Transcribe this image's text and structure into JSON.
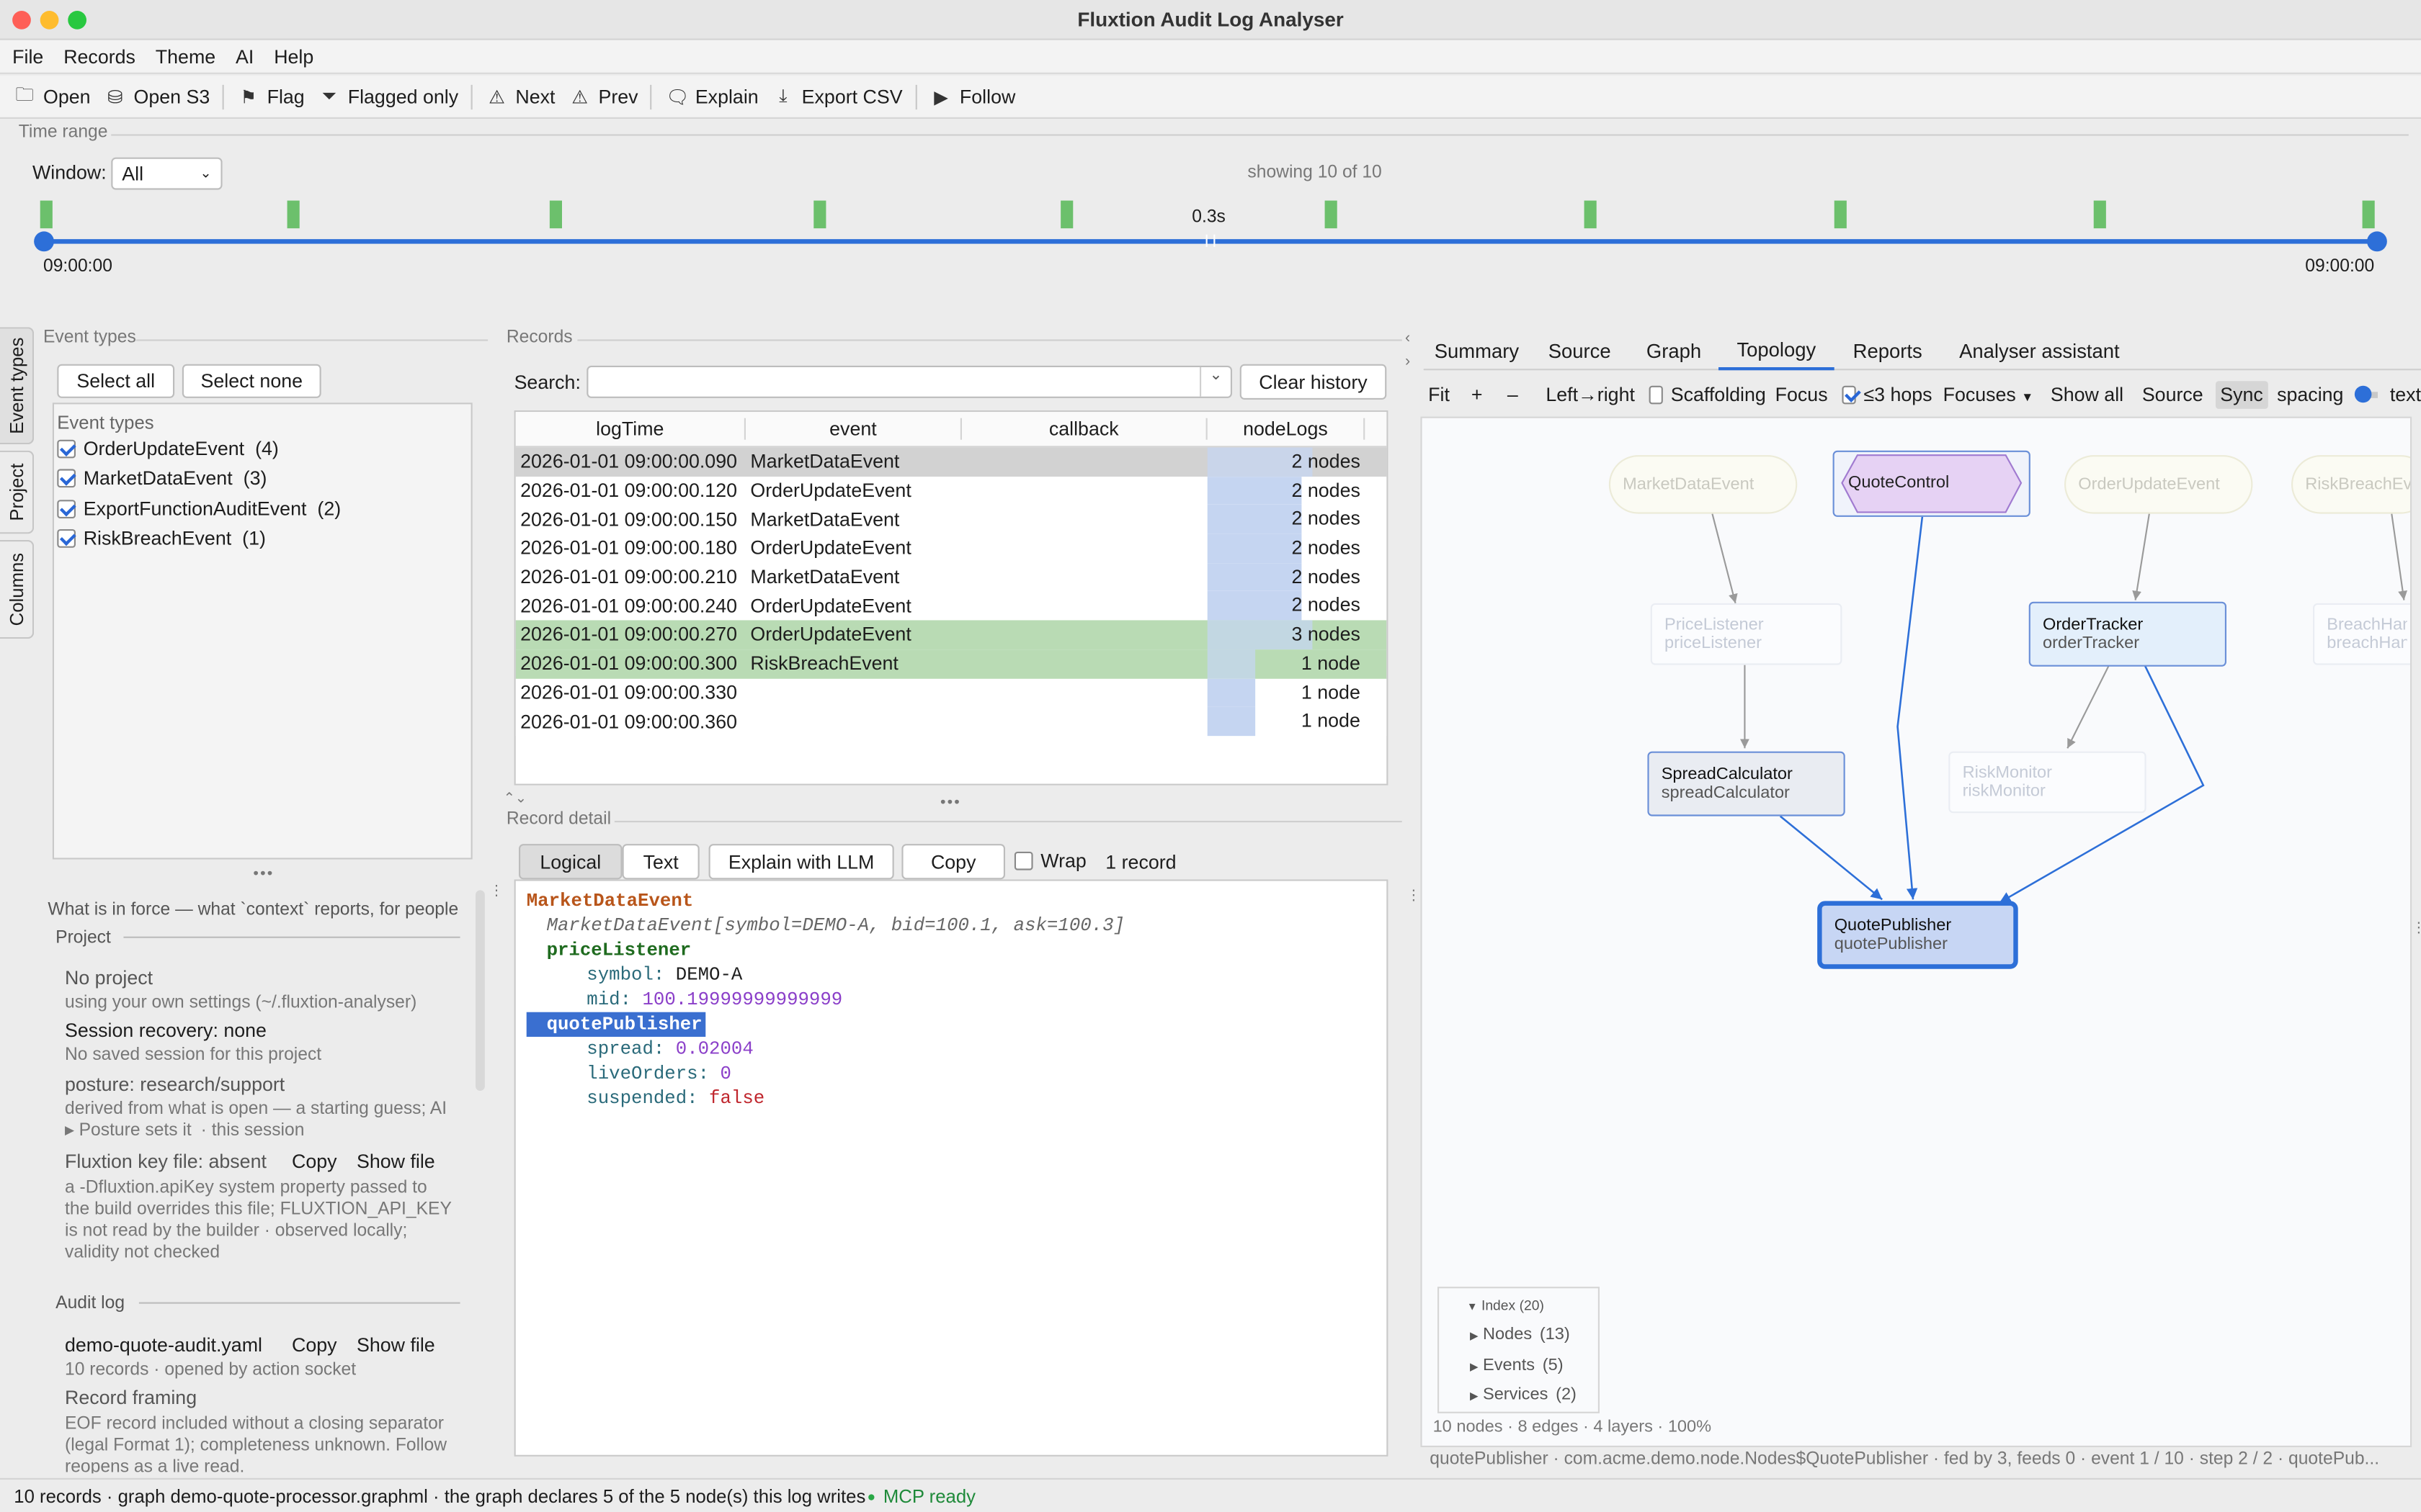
{
  "window": {
    "title": "Fluxtion Audit Log Analyser"
  },
  "menu": [
    "File",
    "Records",
    "Theme",
    "AI",
    "Help"
  ],
  "toolbar": {
    "open": "Open",
    "open_s3": "Open S3",
    "flag": "Flag",
    "flagged_only": "Flagged only",
    "next": "Next",
    "prev": "Prev",
    "explain": "Explain",
    "export_csv": "Export CSV",
    "follow": "Follow"
  },
  "time_range": {
    "title": "Time range",
    "window_label": "Window:",
    "window_value": "All",
    "showing": "showing 10 of 10",
    "marker": "0.3s",
    "start": "09:00:00",
    "end": "09:00:00"
  },
  "side_tabs": [
    "Event types",
    "Project",
    "Columns"
  ],
  "event_types": {
    "title": "Event types",
    "select_all": "Select all",
    "select_none": "Select none",
    "list_header": "Event types",
    "items": [
      {
        "name": "OrderUpdateEvent",
        "count": "(4)"
      },
      {
        "name": "MarketDataEvent",
        "count": "(3)"
      },
      {
        "name": "ExportFunctionAuditEvent",
        "count": "(2)"
      },
      {
        "name": "RiskBreachEvent",
        "count": "(1)"
      }
    ]
  },
  "context": {
    "intro": "What is in force — what `context` reports, for people",
    "project_title": "Project",
    "no_project": "No project",
    "settings": "using your own settings (~/.fluxtion-analyser)",
    "recovery": "Session recovery: none",
    "no_session": "No saved session for this project",
    "posture": "posture: research/support",
    "posture_note": "derived from what is open — a starting guess; AI",
    "posture_sets": "Posture sets it",
    "this_session": "· this session",
    "key_file": "Fluxtion key file: absent",
    "copy": "Copy",
    "show_file": "Show file",
    "key_note_1": "a -Dfluxtion.apiKey system property passed to",
    "key_note_2": "the build overrides this file; FLUXTION_API_KEY",
    "key_note_3": "is not read by the builder · observed locally;",
    "key_note_4": "validity not checked",
    "audit_title": "Audit log",
    "audit_file": "demo-quote-audit.yaml",
    "audit_meta": "10 records · opened by action socket",
    "framing_title": "Record framing",
    "framing_1": "EOF record included without a closing separator",
    "framing_2": "(legal Format 1); completeness unknown. Follow",
    "framing_3": "reopens as a live read."
  },
  "records": {
    "title": "Records",
    "search_label": "Search:",
    "search_value": "",
    "clear_history": "Clear history",
    "columns": [
      "logTime",
      "event",
      "callback",
      "nodeLogs"
    ],
    "rows": [
      {
        "logTime": "2026-01-01 09:00:00.090",
        "event": "MarketDataEvent",
        "callback": "",
        "nodeLogs": "2 nodes",
        "state": "selected",
        "bar": 1.0
      },
      {
        "logTime": "2026-01-01 09:00:00.120",
        "event": "OrderUpdateEvent",
        "callback": "",
        "nodeLogs": "2 nodes",
        "state": "",
        "bar": 0.9
      },
      {
        "logTime": "2026-01-01 09:00:00.150",
        "event": "MarketDataEvent",
        "callback": "",
        "nodeLogs": "2 nodes",
        "state": "",
        "bar": 0.9
      },
      {
        "logTime": "2026-01-01 09:00:00.180",
        "event": "OrderUpdateEvent",
        "callback": "",
        "nodeLogs": "2 nodes",
        "state": "",
        "bar": 0.9
      },
      {
        "logTime": "2026-01-01 09:00:00.210",
        "event": "MarketDataEvent",
        "callback": "",
        "nodeLogs": "2 nodes",
        "state": "",
        "bar": 0.9
      },
      {
        "logTime": "2026-01-01 09:00:00.240",
        "event": "OrderUpdateEvent",
        "callback": "",
        "nodeLogs": "2 nodes",
        "state": "",
        "bar": 0.9
      },
      {
        "logTime": "2026-01-01 09:00:00.270",
        "event": "OrderUpdateEvent",
        "callback": "",
        "nodeLogs": "3 nodes",
        "state": "flagged",
        "bar": 1.0
      },
      {
        "logTime": "2026-01-01 09:00:00.300",
        "event": "RiskBreachEvent",
        "callback": "",
        "nodeLogs": "1 node",
        "state": "flagged",
        "bar": 0.45
      },
      {
        "logTime": "2026-01-01 09:00:00.330",
        "event": "",
        "callback": "",
        "nodeLogs": "1 node",
        "state": "",
        "bar": 0.45
      },
      {
        "logTime": "2026-01-01 09:00:00.360",
        "event": "",
        "callback": "",
        "nodeLogs": "1 node",
        "state": "",
        "bar": 0.45
      }
    ]
  },
  "detail": {
    "title": "Record detail",
    "tabs": [
      "Logical",
      "Text"
    ],
    "explain_llm": "Explain with LLM",
    "copy": "Copy",
    "wrap": "Wrap",
    "count": "1 record",
    "lines": [
      {
        "indent": 0,
        "key": "MarketDataEvent",
        "value": "",
        "type": "event"
      },
      {
        "indent": 1,
        "key": "",
        "value": "MarketDataEvent[symbol=DEMO-A, bid=100.1, ask=100.3]",
        "type": "summary"
      },
      {
        "indent": 1,
        "key": "priceListener",
        "value": "",
        "type": "node"
      },
      {
        "indent": 2,
        "key": "symbol",
        "value": "DEMO-A",
        "type": "plain"
      },
      {
        "indent": 2,
        "key": "mid",
        "value": "100.19999999999999",
        "type": "number"
      },
      {
        "indent": 1,
        "key": "quotePublisher",
        "value": "",
        "type": "node-selected"
      },
      {
        "indent": 2,
        "key": "spread",
        "value": "0.02004",
        "type": "number"
      },
      {
        "indent": 2,
        "key": "liveOrders",
        "value": "0",
        "type": "number"
      },
      {
        "indent": 2,
        "key": "suspended",
        "value": "false",
        "type": "bool"
      }
    ]
  },
  "right_tabs": {
    "items": [
      "Summary",
      "Source",
      "Graph",
      "Topology",
      "Reports",
      "Analyser assistant"
    ],
    "active": "Topology"
  },
  "graph_toolbar": {
    "fit": "Fit",
    "plus": "+",
    "minus": "–",
    "direction": "Left→right",
    "scaffolding": "Scaffolding",
    "focus": "Focus",
    "hops": "≤3 hops",
    "focuses": "Focuses",
    "show_all": "Show all",
    "source": "Source",
    "sync": "Sync",
    "spacing": "spacing",
    "text": "text"
  },
  "topology": {
    "nodes": [
      {
        "id": "marketDataEvent",
        "title": "MarketDataEvent",
        "sub": "",
        "faded": true,
        "shape": "pill"
      },
      {
        "id": "quoteControl",
        "title": "QuoteControl",
        "sub": "",
        "faded": false,
        "shape": "hex"
      },
      {
        "id": "orderUpdateEvent",
        "title": "OrderUpdateEvent",
        "sub": "",
        "faded": true,
        "shape": "pill"
      },
      {
        "id": "riskBreachEvent",
        "title": "RiskBreachEve",
        "sub": "",
        "faded": true,
        "shape": "pill"
      },
      {
        "id": "priceListener",
        "title": "PriceListener",
        "sub": "priceListener",
        "faded": true,
        "shape": "box"
      },
      {
        "id": "orderTracker",
        "title": "OrderTracker",
        "sub": "orderTracker",
        "faded": false,
        "shape": "box"
      },
      {
        "id": "breachHandler",
        "title": "BreachHand",
        "sub": "breachHand",
        "faded": true,
        "shape": "box"
      },
      {
        "id": "spreadCalculator",
        "title": "SpreadCalculator",
        "sub": "spreadCalculator",
        "faded": false,
        "shape": "box"
      },
      {
        "id": "riskMonitor",
        "title": "RiskMonitor",
        "sub": "riskMonitor",
        "faded": true,
        "shape": "box"
      },
      {
        "id": "quotePublisher",
        "title": "QuotePublisher",
        "sub": "quotePublisher",
        "faded": false,
        "shape": "box-selected"
      }
    ],
    "index": {
      "title": "Index",
      "count": "(20)",
      "items": [
        {
          "label": "Nodes",
          "count": "(13)"
        },
        {
          "label": "Events",
          "count": "(5)"
        },
        {
          "label": "Services",
          "count": "(2)"
        }
      ]
    },
    "stats": "10 nodes · 8 edges · 4 layers · 100%",
    "info": "quotePublisher · com.acme.demo.node.Nodes$QuotePublisher · fed by 3, feeds 0 · event 1 / 10 · step 2 / 2 · quotePub..."
  },
  "status": {
    "left": "10 records · graph demo-quote-processor.graphml · the graph declares 5 of the 5 node(s) this log writes",
    "mcp": "MCP ready"
  },
  "colors": {
    "accent": "#2d6fd8",
    "flagged": "#b9dbb4",
    "selected": "#d2d2d2",
    "bar": "#c5d5f1",
    "tick": "#6cc06c"
  }
}
